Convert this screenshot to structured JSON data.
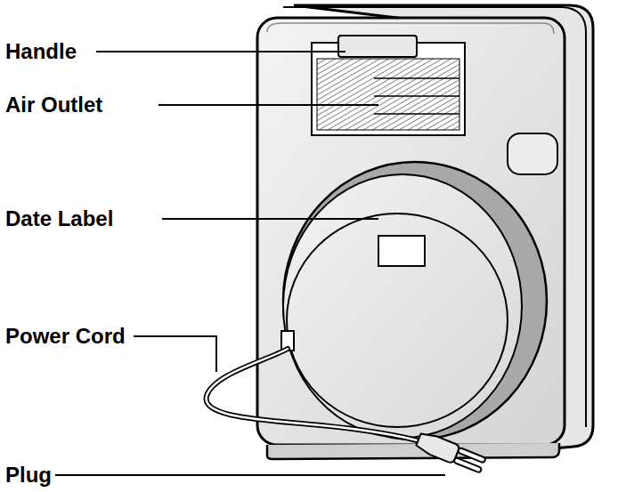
{
  "diagram": {
    "labels": [
      "Handle",
      "Air Outlet",
      "Date Label",
      "Power Cord",
      "Plug"
    ]
  }
}
